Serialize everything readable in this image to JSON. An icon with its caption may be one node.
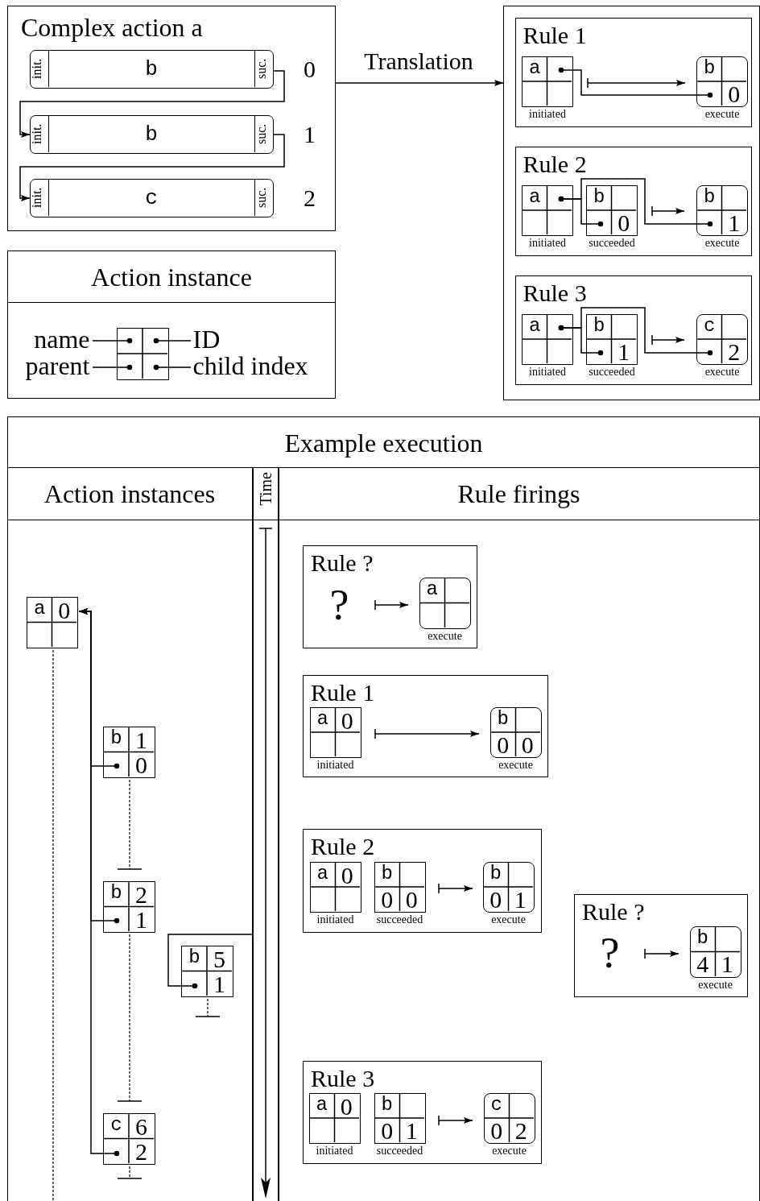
{
  "diagram": {
    "nodes": [
      {
        "text": [
          "Complex action a"
        ]
      },
      {
        "text": [
          "init.",
          "b",
          "suc."
        ],
        "in": 0,
        "beside": [
          "0"
        ]
      },
      {
        "text": [
          "init.",
          "b",
          "suc."
        ],
        "in": 0,
        "beside": [
          "1"
        ]
      },
      {
        "text": [
          "init.",
          "c",
          "suc."
        ],
        "in": 0,
        "beside": [
          "2"
        ]
      },
      {
        "text": [],
        "shape": "box"
      },
      {
        "text": [
          "Rule 1"
        ],
        "in": 4
      },
      {
        "text": [
          "a"
        ],
        "in": 5,
        "beside": [
          "initiated"
        ]
      },
      {
        "text": [
          "b",
          "0"
        ],
        "in": 5,
        "beside": [
          "execute"
        ]
      },
      {
        "text": [
          "Rule 2"
        ],
        "in": 4
      },
      {
        "text": [
          "a"
        ],
        "in": 8,
        "beside": [
          "initiated"
        ]
      },
      {
        "text": [
          "b",
          "0"
        ],
        "in": 8,
        "beside": [
          "succeeded"
        ]
      },
      {
        "text": [
          "b",
          "1"
        ],
        "in": 8,
        "beside": [
          "execute"
        ]
      },
      {
        "text": [
          "Rule 3"
        ],
        "in": 4
      },
      {
        "text": [
          "a"
        ],
        "in": 12,
        "beside": [
          "initiated"
        ]
      },
      {
        "text": [
          "b",
          "1"
        ],
        "in": 12,
        "beside": [
          "succeeded"
        ]
      },
      {
        "text": [
          "c",
          "2"
        ],
        "in": 12,
        "beside": [
          "execute"
        ]
      },
      {
        "text": [
          "Action instance"
        ]
      },
      {
        "text": [
          "name"
        ],
        "in": 16
      },
      {
        "text": [],
        "shape": "box",
        "in": 16
      },
      {
        "text": [
          "ID"
        ],
        "in": 16
      },
      {
        "text": [
          "parent"
        ],
        "in": 16
      },
      {
        "text": [
          "child index"
        ],
        "in": 16
      },
      {
        "text": [
          "Example execution"
        ]
      },
      {
        "text": [
          "Action instances"
        ],
        "in": 22
      },
      {
        "text": [
          "Time"
        ],
        "in": 22
      },
      {
        "text": [
          "Rule firings"
        ],
        "in": 22
      },
      {
        "text": [
          "a",
          "0"
        ],
        "in": 23
      },
      {
        "text": [
          "b",
          "1",
          "0"
        ],
        "in": 23
      },
      {
        "text": [
          "b",
          "2",
          "1"
        ],
        "in": 23
      },
      {
        "text": [
          "b",
          "5",
          "1"
        ],
        "in": 23
      },
      {
        "text": [
          "c",
          "6",
          "2"
        ],
        "in": 23
      },
      {
        "text": [
          "Rule ?"
        ],
        "in": 25
      },
      {
        "text": [
          "?"
        ],
        "in": 31
      },
      {
        "text": [
          "a"
        ],
        "in": 31,
        "beside": [
          "execute"
        ]
      },
      {
        "text": [
          "Rule 1"
        ],
        "in": 25
      },
      {
        "text": [
          "a",
          "0"
        ],
        "in": 34,
        "beside": [
          "initiated"
        ]
      },
      {
        "text": [
          "b",
          "0",
          "0"
        ],
        "in": 34,
        "beside": [
          "execute"
        ]
      },
      {
        "text": [
          "Rule 2"
        ],
        "in": 25
      },
      {
        "text": [
          "a",
          "0"
        ],
        "in": 37,
        "beside": [
          "initiated"
        ]
      },
      {
        "text": [
          "b",
          "0",
          "0"
        ],
        "in": 37,
        "beside": [
          "succeeded"
        ]
      },
      {
        "text": [
          "b",
          "0",
          "1"
        ],
        "in": 37,
        "beside": [
          "execute"
        ]
      },
      {
        "text": [
          "Rule ?"
        ],
        "in": 25
      },
      {
        "text": [
          "?"
        ],
        "in": 41
      },
      {
        "text": [
          "b",
          "4",
          "1"
        ],
        "in": 41,
        "beside": [
          "execute"
        ]
      },
      {
        "text": [
          "Rule 3"
        ],
        "in": 25
      },
      {
        "text": [
          "a",
          "0"
        ],
        "in": 44,
        "beside": [
          "initiated"
        ]
      },
      {
        "text": [
          "b",
          "0",
          "1"
        ],
        "in": 44,
        "beside": [
          "succeeded"
        ]
      },
      {
        "text": [
          "c",
          "0",
          "2"
        ],
        "in": 44,
        "beside": [
          "execute"
        ]
      }
    ],
    "edges": [
      {
        "from": 1,
        "to": 2,
        "arrow": "to"
      },
      {
        "from": 2,
        "to": 3,
        "arrow": "to"
      },
      {
        "from": 0,
        "to": 4,
        "arrow": "to",
        "label": "Translation"
      },
      {
        "from": 6,
        "to": 7,
        "arrow": "other"
      },
      {
        "from": 6,
        "to": 7,
        "arrow": "to"
      },
      {
        "from": 9,
        "to": 10,
        "arrow": "other"
      },
      {
        "from": 9,
        "to": 11,
        "arrow": "other"
      },
      {
        "from": 10,
        "to": 11,
        "arrow": "to"
      },
      {
        "from": 13,
        "to": 14,
        "arrow": "other"
      },
      {
        "from": 13,
        "to": 15,
        "arrow": "other"
      },
      {
        "from": 14,
        "to": 15,
        "arrow": "to"
      },
      {
        "from": 17,
        "to": 18,
        "arrow": "other"
      },
      {
        "from": 19,
        "to": 18,
        "arrow": "other"
      },
      {
        "from": 20,
        "to": 18,
        "arrow": "other"
      },
      {
        "from": 21,
        "to": 18,
        "arrow": "other"
      },
      {
        "from": 27,
        "to": 26,
        "arrow": "to"
      },
      {
        "from": 28,
        "to": 26,
        "arrow": "to"
      },
      {
        "from": 30,
        "to": 26,
        "arrow": "to"
      },
      {
        "from": 24,
        "to": 29,
        "arrow": "other"
      },
      {
        "from": 32,
        "to": 33,
        "arrow": "to"
      },
      {
        "from": 35,
        "to": 36,
        "arrow": "to"
      },
      {
        "from": 39,
        "to": 40,
        "arrow": "to"
      },
      {
        "from": 42,
        "to": 43,
        "arrow": "to"
      },
      {
        "from": 46,
        "to": 47,
        "arrow": "to"
      }
    ]
  }
}
